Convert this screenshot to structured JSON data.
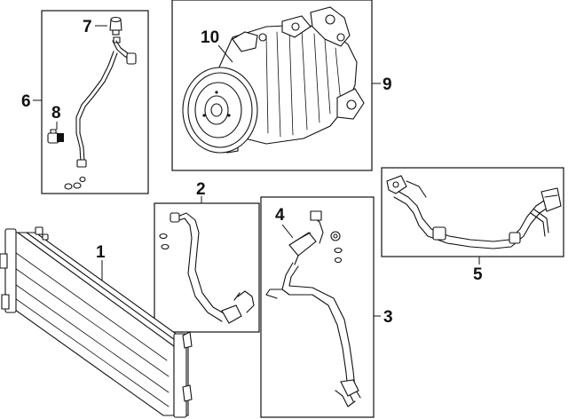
{
  "callouts": {
    "c1": "1",
    "c2": "2",
    "c3": "3",
    "c4": "4",
    "c5": "5",
    "c6": "6",
    "c7": "7",
    "c8": "8",
    "c9": "9",
    "c10": "10"
  },
  "parts": [
    {
      "ref": "1",
      "icon": "condenser-icon"
    },
    {
      "ref": "2",
      "icon": "discharge-hose-icon"
    },
    {
      "ref": "3",
      "icon": "suction-hose-assembly-icon"
    },
    {
      "ref": "4",
      "icon": "muffler-icon"
    },
    {
      "ref": "5",
      "icon": "liquid-line-icon"
    },
    {
      "ref": "6",
      "icon": "pressure-tube-icon"
    },
    {
      "ref": "7",
      "icon": "pressure-switch-icon"
    },
    {
      "ref": "8",
      "icon": "service-valve-icon"
    },
    {
      "ref": "9",
      "icon": "compressor-assembly-icon"
    },
    {
      "ref": "10",
      "icon": "compressor-clutch-icon"
    }
  ],
  "colors": {
    "line": "#111111",
    "background": "#ffffff"
  }
}
